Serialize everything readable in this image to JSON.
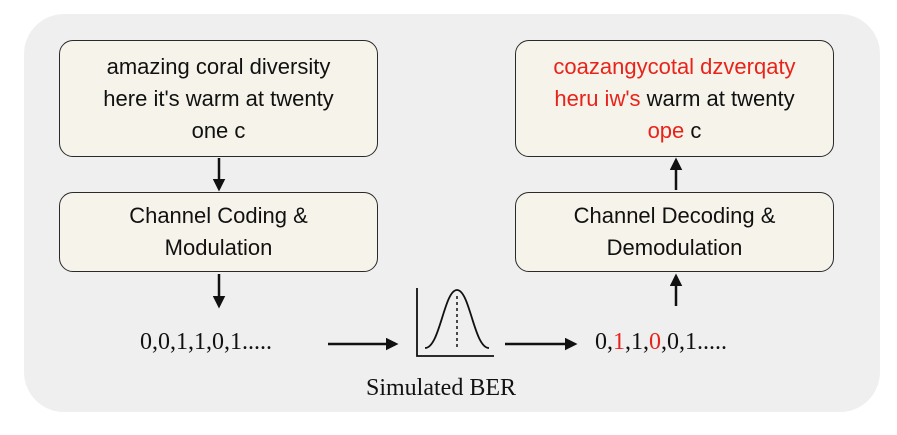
{
  "input_text": {
    "line1": "amazing coral diversity",
    "line2": "here it's warm at twenty",
    "line3": "one c"
  },
  "encoder_box": {
    "line1": "Channel Coding &",
    "line2": "Modulation"
  },
  "bits_in": "0,0,1,1,0,1.....",
  "channel_caption": "Simulated BER",
  "bits_out": {
    "p1": "0,",
    "p2": "1",
    "p3": ",1,",
    "p4": "0",
    "p5": ",0,1....."
  },
  "decoder_box": {
    "line1": "Channel Decoding &",
    "line2": "Demodulation"
  },
  "output_text": {
    "l1_err": "coazangycotal dzverqaty",
    "l2_err": "heru iw's",
    "l2_ok": " warm at twenty",
    "l3_err": "ope",
    "l3_ok": " c"
  },
  "colors": {
    "error": "#e8231b",
    "box_fill": "#f6f4ea",
    "panel": "#efefef"
  }
}
